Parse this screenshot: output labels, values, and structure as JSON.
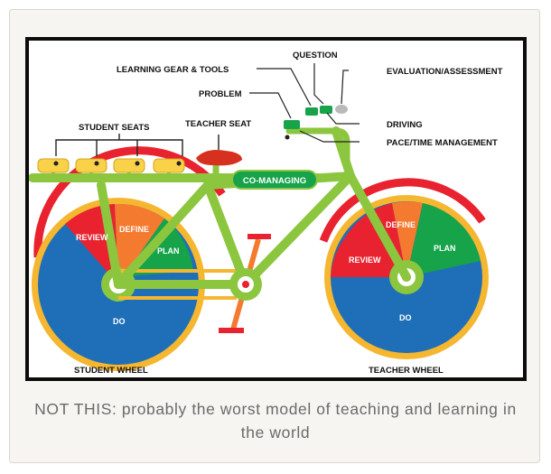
{
  "caption": "NOT THIS: probably the worst model of teaching and learning in the world",
  "labels": {
    "question": "QUESTION",
    "learning_gear": "LEARNING GEAR & TOOLS",
    "evaluation": "EVALUATION/ASSESSMENT",
    "problem": "PROBLEM",
    "driving": "DRIVING",
    "pace": "PACE/TIME MANAGEMENT",
    "student_seats": "STUDENT SEATS",
    "teacher_seat": "TEACHER SEAT",
    "co_managing": "CO-MANAGING",
    "student_wheel": "STUDENT WHEEL",
    "teacher_wheel": "TEACHER WHEEL"
  },
  "student_wheel": {
    "review": "REVIEW",
    "define": "DEFINE",
    "plan": "PLAN",
    "do": "DO"
  },
  "teacher_wheel": {
    "review": "REVIEW",
    "define": "DEFINE",
    "plan": "PLAN",
    "do": "DO"
  },
  "colors": {
    "frame_green": "#8cc63f",
    "do_blue": "#1f6fb8",
    "review_red": "#e8232f",
    "define_orange": "#f47a30",
    "plan_green": "#16a34a",
    "tire_gold": "#f5b630",
    "seat_yellow": "#f9d24a",
    "seat_red": "#d6311e"
  }
}
